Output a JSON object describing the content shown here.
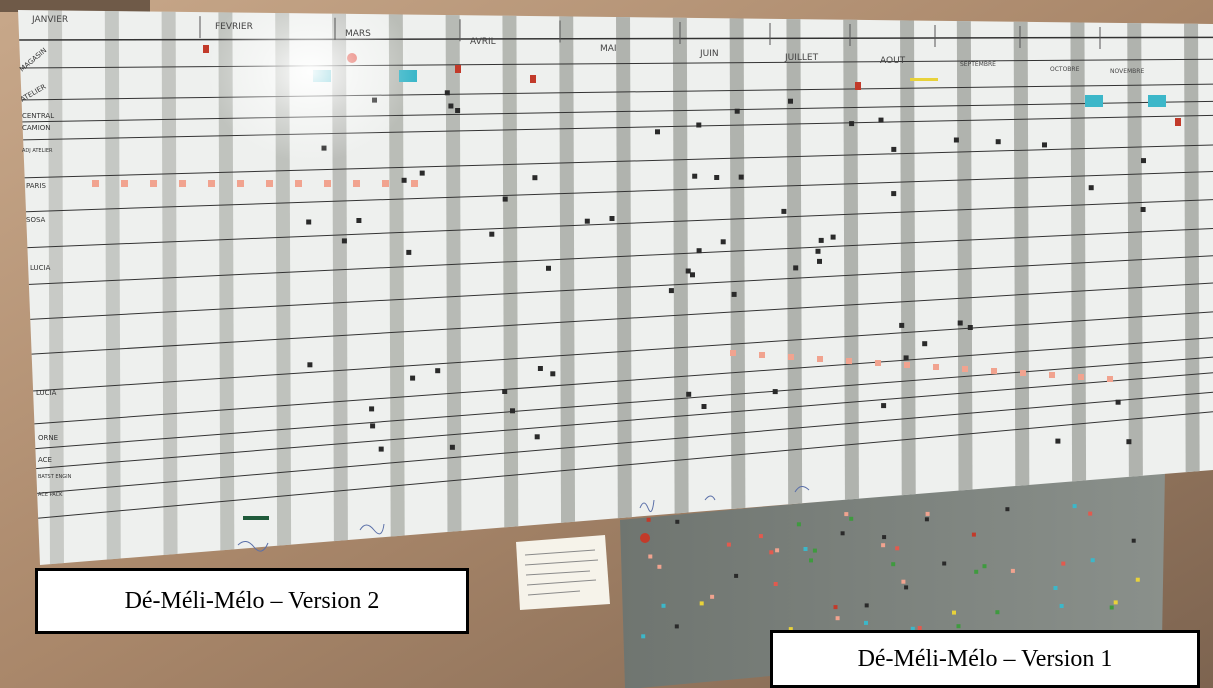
{
  "photo": {
    "wood_color": "#a9876a",
    "board_color": "#eef0ee",
    "stripe_color": "#a9aca6",
    "metal_board_color": "#7b817c",
    "magnet_colors": [
      "#e25a4e",
      "#f1a38f",
      "#2a2a2a",
      "#3cb7c9",
      "#e8d23a",
      "#c23a2a",
      "#3f9a3f"
    ]
  },
  "board": {
    "months": [
      "JANVIER",
      "FEVRIER",
      "MARS",
      "AVRIL",
      "MAI",
      "JUIN",
      "JUILLET",
      "AOUT",
      "SEPTEMBRE",
      "OCTOBRE",
      "NOVEMBRE"
    ],
    "row_labels": [
      "MAGASIN",
      "ATELIER",
      "CENTRAL",
      "CAMION",
      "ADJ ATELIER",
      "PARIS",
      "SOSA",
      "LUCIA",
      "LUCIA",
      "ORNE",
      "ACE",
      "BATST ENGIN",
      "ACE PACK"
    ]
  },
  "captions": {
    "version2": "Dé-Méli-Mélo – Version 2",
    "version1": "Dé-Méli-Mélo – Version 1"
  }
}
